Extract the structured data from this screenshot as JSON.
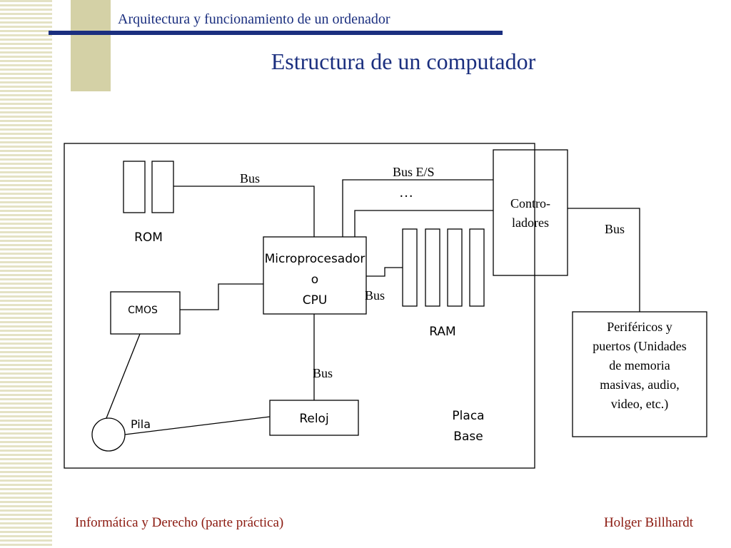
{
  "header": {
    "subject": "Arquitectura y funcionamiento de un ordenador",
    "title": "Estructura de un computador"
  },
  "diagram": {
    "rom": "ROM",
    "cpu": [
      "Microprocesador",
      "o",
      "CPU"
    ],
    "cmos": "CMOS",
    "ram": "RAM",
    "pila": "Pila",
    "reloj": "Reloj",
    "placa_base": [
      "Placa",
      "Base"
    ],
    "controladores": [
      "Contro-",
      "ladores"
    ],
    "perifericos": [
      "Periféricos y",
      "puertos (Unidades",
      "de memoria",
      "masivas, audio,",
      "video, etc.)"
    ],
    "bus_rom": "Bus",
    "bus_es": "Bus E/S",
    "ellipsis": "…",
    "bus_ram": "Bus",
    "bus_reloj": "Bus",
    "bus_perifericos": "Bus"
  },
  "footer": {
    "left": "Informática y Derecho (parte práctica)",
    "right": "Holger Billhardt"
  }
}
